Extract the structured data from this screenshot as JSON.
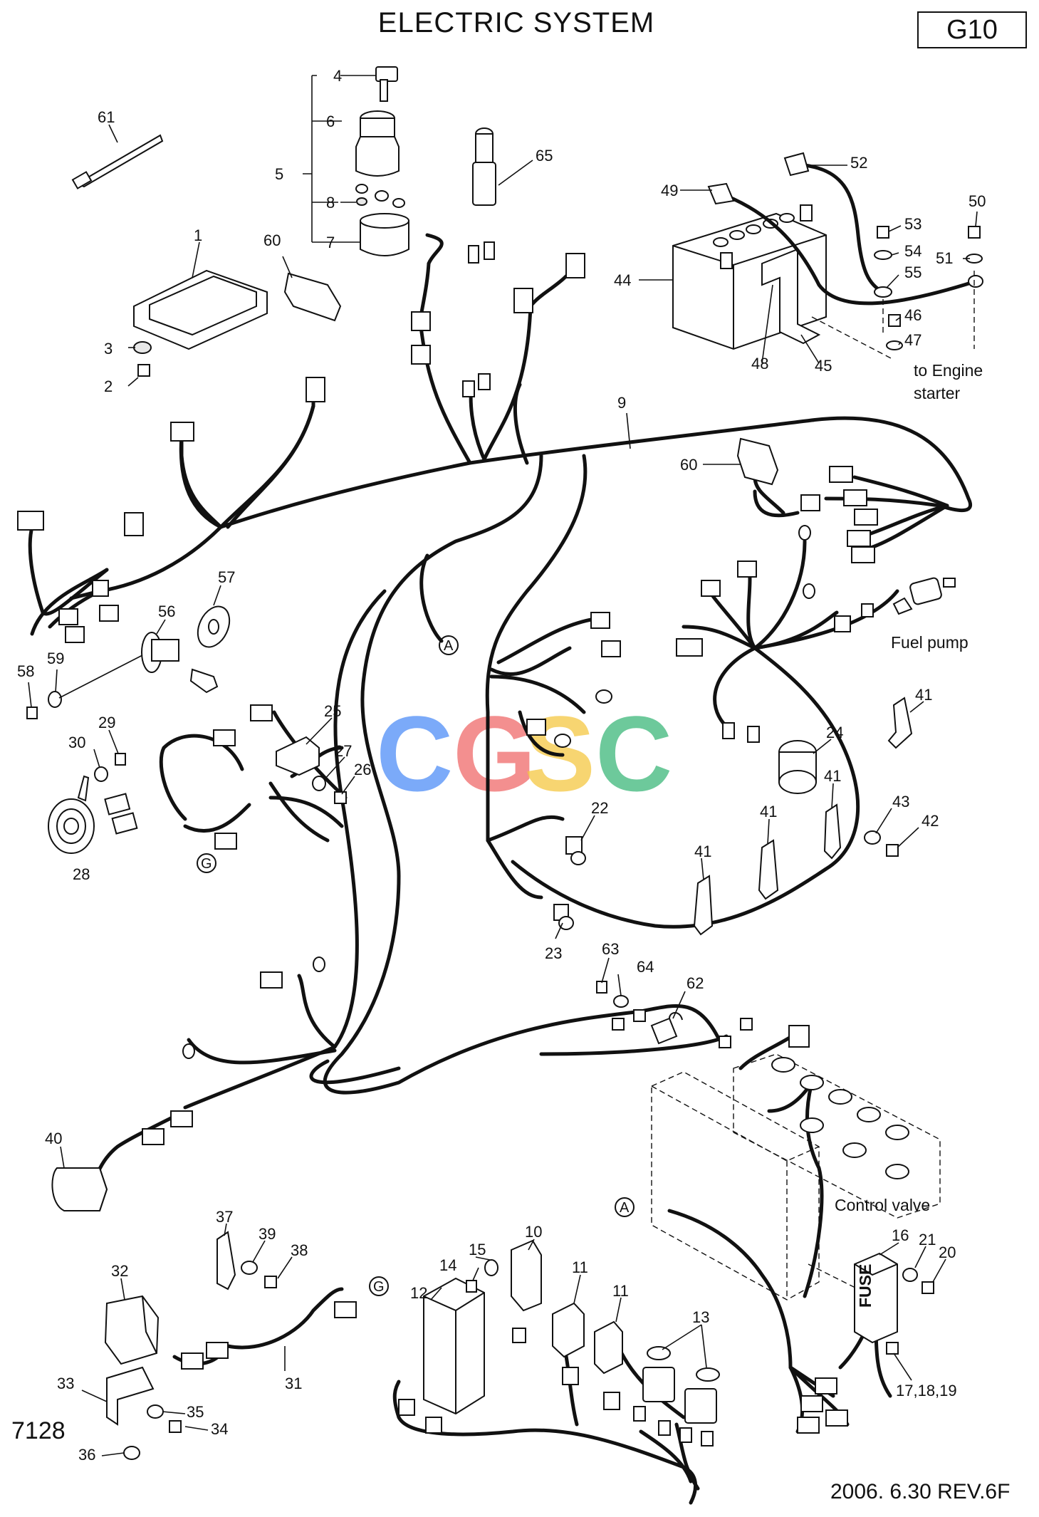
{
  "header": {
    "title": "ELECTRIC SYSTEM",
    "code": "G10"
  },
  "footer": {
    "figure_number": "7128",
    "revision": "2006. 6.30 REV.6F"
  },
  "notes": {
    "engine_starter": [
      "to Engine",
      "starter"
    ],
    "fuel_pump": "Fuel pump",
    "control_valve": "Control valve",
    "fuse_label": "FUSE"
  },
  "connector_marks": [
    "A",
    "A",
    "G",
    "G"
  ],
  "watermark": {
    "letters": [
      "C",
      "G",
      "S",
      "C"
    ],
    "colors": [
      "#4f8ef7",
      "#f06a6a",
      "#f5c842",
      "#3db87a"
    ]
  },
  "callouts": [
    "61",
    "4",
    "6",
    "5",
    "8",
    "7",
    "65",
    "1",
    "60",
    "3",
    "2",
    "52",
    "49",
    "53",
    "50",
    "54",
    "51",
    "55",
    "44",
    "46",
    "47",
    "48",
    "45",
    "9",
    "60",
    "57",
    "56",
    "58",
    "59",
    "29",
    "30",
    "25",
    "27",
    "26",
    "28",
    "41",
    "24",
    "41",
    "43",
    "42",
    "41",
    "41",
    "22",
    "23",
    "63",
    "64",
    "62",
    "40",
    "37",
    "39",
    "38",
    "32",
    "31",
    "33",
    "35",
    "34",
    "36",
    "10",
    "15",
    "14",
    "11",
    "11",
    "12",
    "13",
    "16",
    "21",
    "20",
    "17,18,19"
  ]
}
